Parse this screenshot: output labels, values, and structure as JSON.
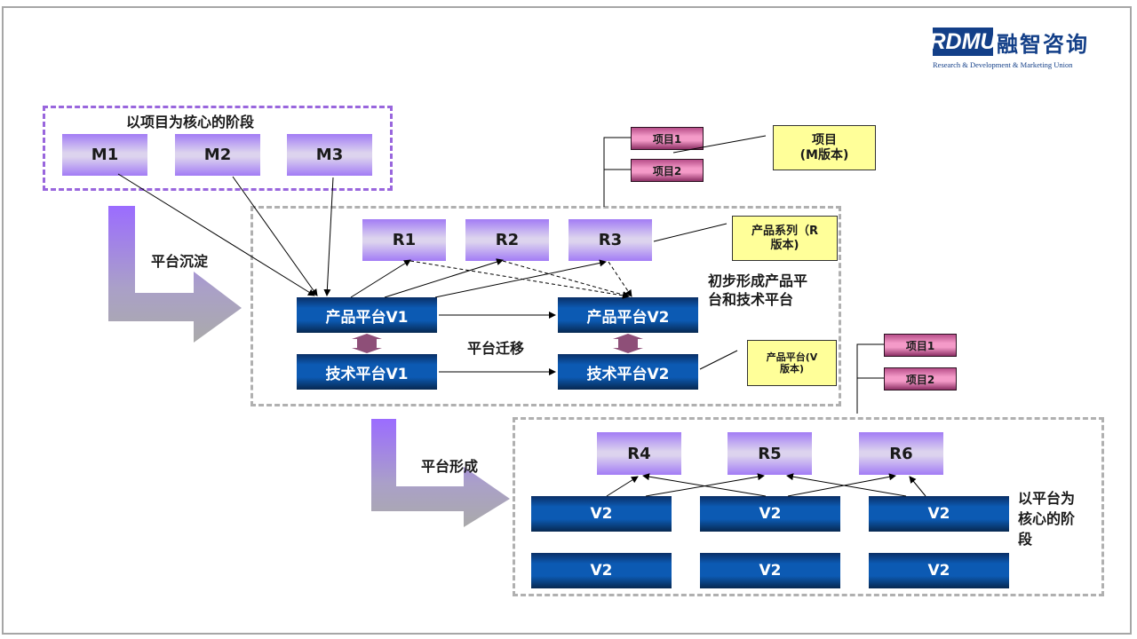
{
  "logo": {
    "mark": "RDMU",
    "chinese_name": "融智咨询",
    "tagline": "Research & Development & Marketing Union",
    "brand_color": "#133f88"
  },
  "stage1": {
    "title": "以项目为核心的阶段",
    "modules": [
      "M1",
      "M2",
      "M3"
    ]
  },
  "transition1": {
    "label": "平台沉淀"
  },
  "stage2": {
    "releases": [
      "R1",
      "R2",
      "R3"
    ],
    "product_platforms": [
      "产品平台V1",
      "产品平台V2"
    ],
    "tech_platforms": [
      "技术平台V1",
      "技术平台V2"
    ],
    "migration_label": "平台迁移",
    "stage_caption_line1": "初步形成产品平",
    "stage_caption_line2": "台和技术平台"
  },
  "transition2": {
    "label": "平台形成"
  },
  "stage3": {
    "releases": [
      "R4",
      "R5",
      "R6"
    ],
    "platform_row1": [
      "V2",
      "V2",
      "V2"
    ],
    "platform_row2": [
      "V2",
      "V2",
      "V2"
    ],
    "stage_caption_line1": "以平台为",
    "stage_caption_line2": "核心的阶",
    "stage_caption_line3": "段"
  },
  "projects_top": [
    "项目1",
    "项目2"
  ],
  "projects_bottom": [
    "项目1",
    "项目2"
  ],
  "notes": {
    "project_note_line1": "项目",
    "project_note_line2": "(M版本)",
    "series_note_line1": "产品系列（R",
    "series_note_line2": "版本)",
    "platform_note_line1": "产品平台(V",
    "platform_note_line2": "版本)"
  },
  "colors": {
    "module_purple": "#a27cf5",
    "platform_blue": "#0c5ab3",
    "project_pink": "#f49ac8",
    "note_yellow": "#ffff99",
    "stage1_border": "#9966dd",
    "stage_border_gray": "#b0b0b0",
    "link_arrow": "#8e4f78"
  }
}
